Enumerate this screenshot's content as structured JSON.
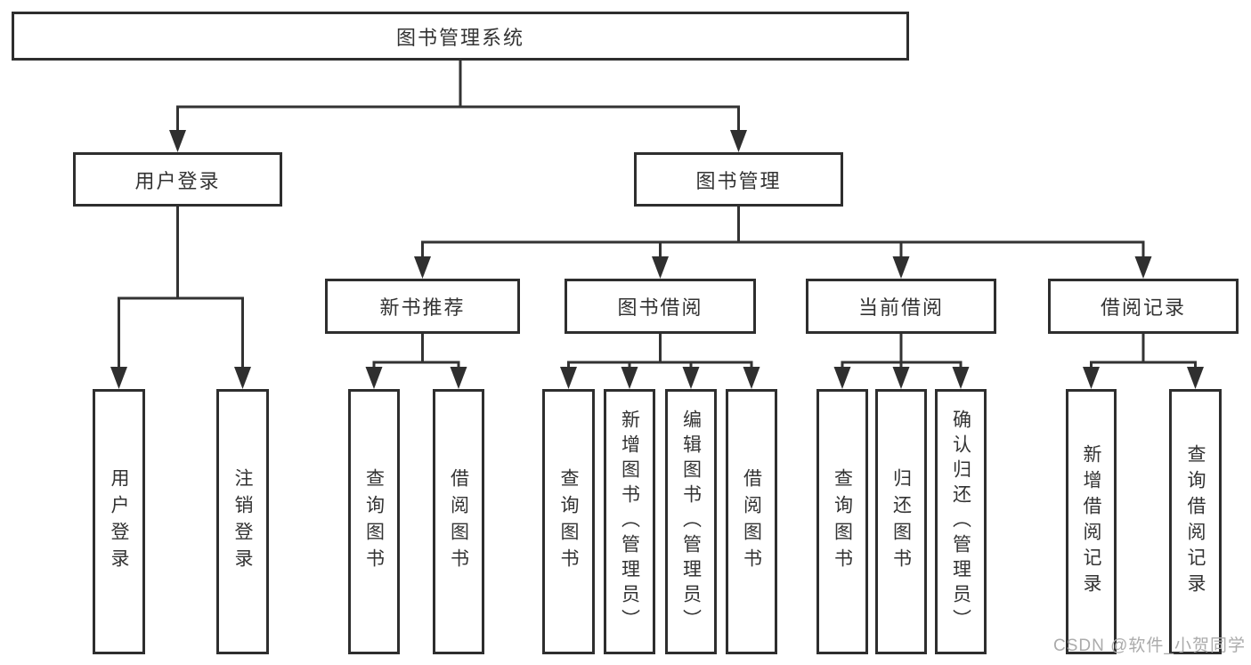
{
  "diagram": {
    "type": "tree-diagram",
    "title": "图书管理系统",
    "branches": [
      {
        "label": "用户登录",
        "children": [
          {
            "label": "用户登录"
          },
          {
            "label": "注销登录"
          }
        ]
      },
      {
        "label": "图书管理",
        "children": [
          {
            "label": "新书推荐",
            "children": [
              {
                "label": "查询图书"
              },
              {
                "label": "借阅图书"
              }
            ]
          },
          {
            "label": "图书借阅",
            "children": [
              {
                "label": "查询图书"
              },
              {
                "label": "新增图书（管理员）"
              },
              {
                "label": "编辑图书（管理员）"
              },
              {
                "label": "借阅图书"
              }
            ]
          },
          {
            "label": "当前借阅",
            "children": [
              {
                "label": "查询图书"
              },
              {
                "label": "归还图书"
              },
              {
                "label": "确认归还（管理员）"
              }
            ]
          },
          {
            "label": "借阅记录",
            "children": [
              {
                "label": "新增借阅记录"
              },
              {
                "label": "查询借阅记录"
              }
            ]
          }
        ]
      }
    ]
  },
  "watermark": "CSDN @软件_小贺同学",
  "colors": {
    "line": "#333333",
    "box_border": "#2e2e2e",
    "text": "#333333",
    "watermark_text": "#ababab",
    "background": "#ffffff"
  }
}
